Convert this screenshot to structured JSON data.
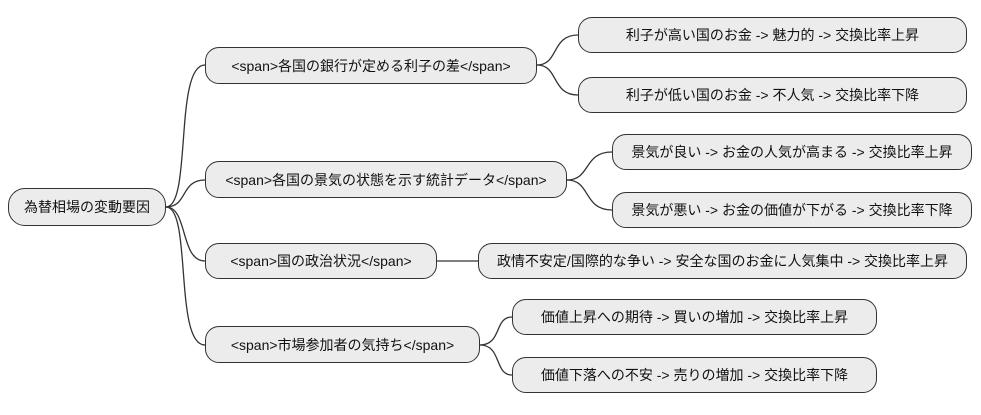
{
  "diagram": {
    "type": "mindmap",
    "colors": {
      "node_fill": "#ececec",
      "node_border": "#333333",
      "edge": "#333333",
      "text": "#111111",
      "background": "#ffffff"
    },
    "root": {
      "label": "為替相場の変動要因"
    },
    "branches": [
      {
        "label": "<span>各国の銀行が定める利子の差</span>",
        "children": [
          "利子が高い国のお金 -> 魅力的 -> 交換比率上昇",
          "利子が低い国のお金 -> 不人気 -> 交換比率下降"
        ]
      },
      {
        "label": "<span>各国の景気の状態を示す統計データ</span>",
        "children": [
          "景気が良い -> お金の人気が高まる -> 交換比率上昇",
          "景気が悪い -> お金の価値が下がる -> 交換比率下降"
        ]
      },
      {
        "label": "<span>国の政治状況</span>",
        "children": [
          "政情不安定/国際的な争い -> 安全な国のお金に人気集中 -> 交換比率上昇"
        ]
      },
      {
        "label": "<span>市場参加者の気持ち</span>",
        "children": [
          "価値上昇への期待 -> 買いの増加 -> 交換比率上昇",
          "価値下落への不安 -> 売りの増加 -> 交換比率下降"
        ]
      }
    ]
  }
}
